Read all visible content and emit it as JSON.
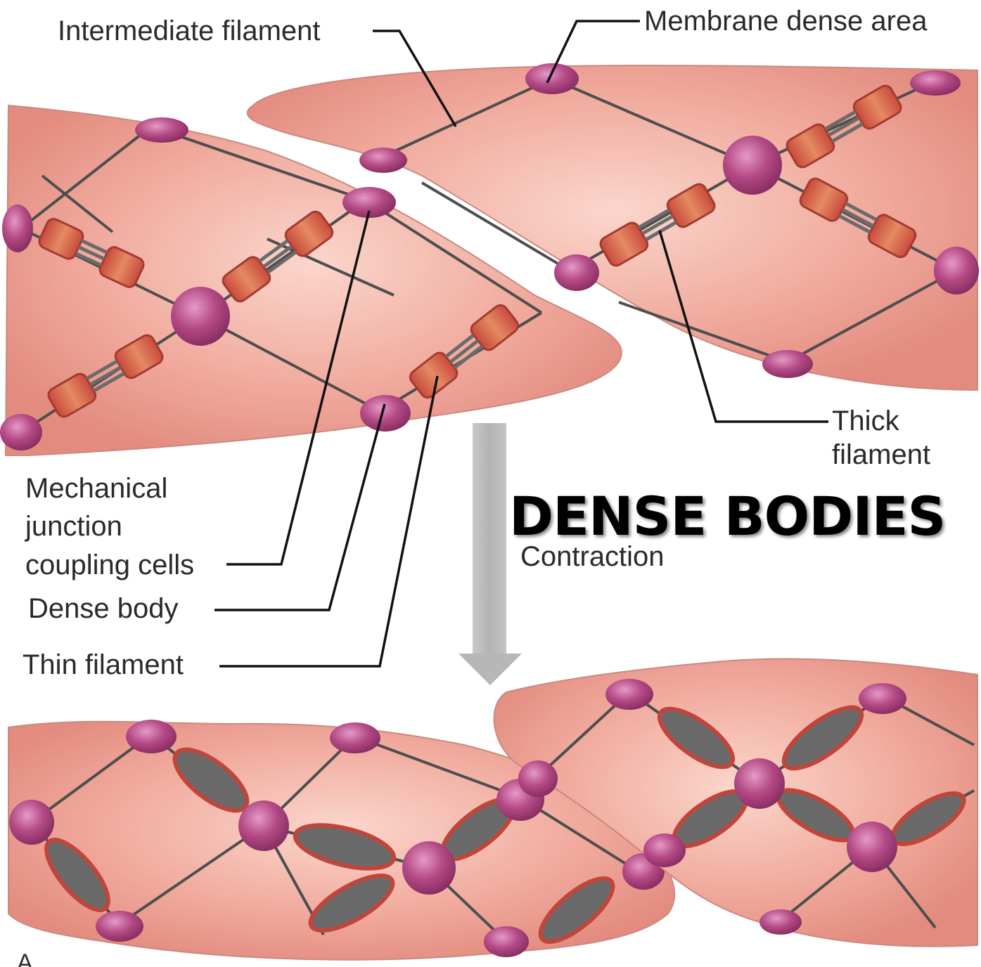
{
  "labels": {
    "intermediate_filament": "Intermediate filament",
    "membrane_dense_area": "Membrane dense area",
    "thick_filament": [
      "Thick",
      "filament"
    ],
    "mechanical_junction": [
      "Mechanical",
      "junction",
      "coupling cells"
    ],
    "dense_body": "Dense body",
    "thin_filament": "Thin filament",
    "contraction": "Contraction",
    "panel_letter": "A"
  },
  "heading": "DENSE BODIES",
  "colors": {
    "cell_fill": "#e99a8e",
    "cell_light": "#f8c9bd",
    "dense_body": "#b34a84",
    "filament_line": "#4a4a4a",
    "myosin": "#c0453a",
    "arrow": "#b9b9b9"
  }
}
